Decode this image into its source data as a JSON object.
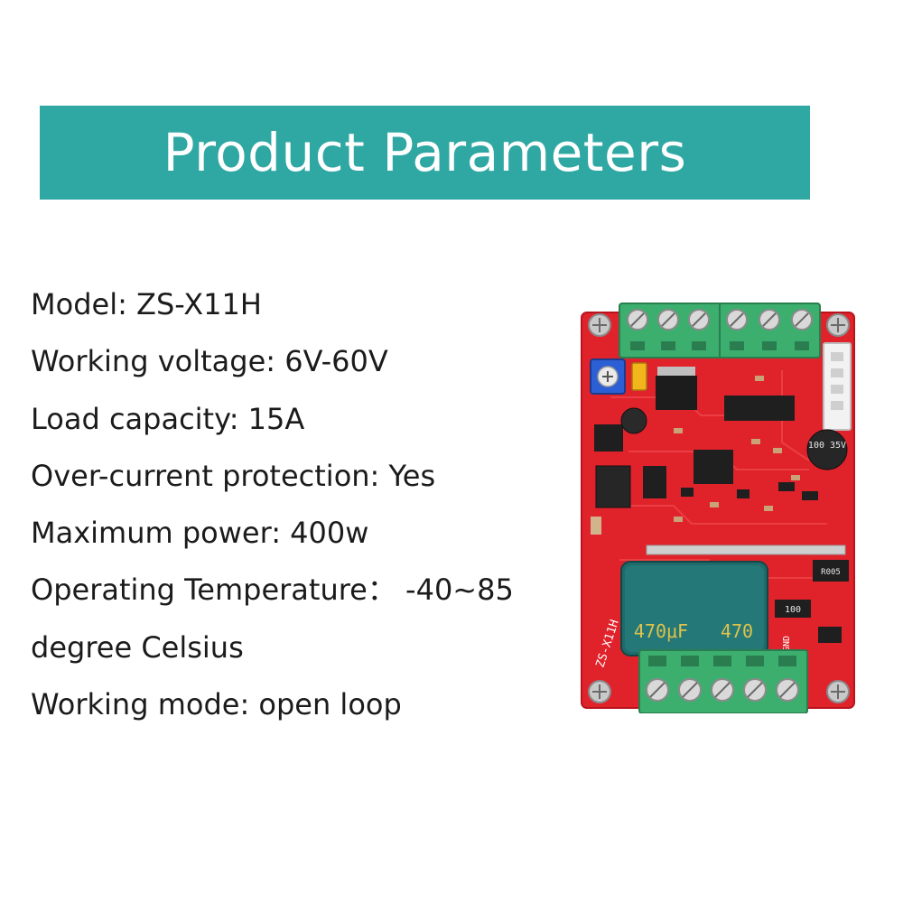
{
  "header": {
    "title": "Product Parameters",
    "bg_color": "#2fa8a4",
    "text_color": "#ffffff"
  },
  "params": [
    "Model: ZS-X11H",
    "Working voltage: 6V-60V",
    "Load capacity: 15A",
    "Over-current protection: Yes",
    "Maximum power: 400w",
    "Operating Temperature： -40~85",
    "degree Celsius",
    "Working mode: open loop"
  ],
  "board": {
    "silkscreen_model": "ZS-X11H",
    "capacitor_label": "470μF",
    "capacitor_label_2": "470",
    "small_cap_label": "100 35V",
    "resistor_label": "R005",
    "resistor_label_2": "100",
    "gnd_label": "GND",
    "pcb_color": "#e0222b",
    "terminal_color": "#3cae6e"
  }
}
